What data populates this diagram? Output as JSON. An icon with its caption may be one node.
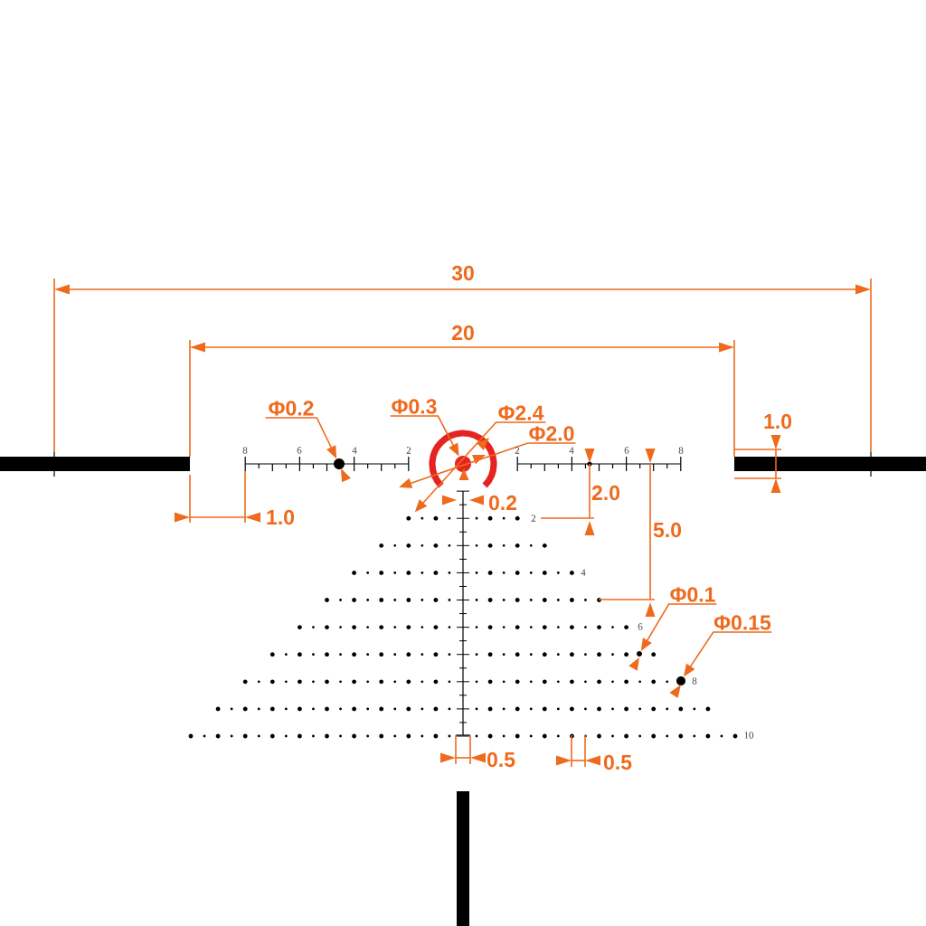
{
  "diagram": {
    "nodes": [
      {
        "text": [
          "Φ0.2"
        ]
      },
      {
        "text": [
          "Φ0.3"
        ]
      },
      {
        "text": [
          "Φ2.4"
        ]
      },
      {
        "text": [
          "Φ2.0"
        ]
      },
      {
        "text": [
          "Φ0.1"
        ]
      },
      {
        "text": [
          "Φ0.15"
        ]
      },
      {
        "text": [],
        "shape": "circle"
      },
      {
        "text": [],
        "shape": "circle"
      },
      {
        "text": [],
        "shape": "circle",
        "in": 7
      },
      {
        "text": [],
        "shape": "circle"
      },
      {
        "text": [],
        "shape": "circle"
      }
    ],
    "edges": [
      {
        "from": 0,
        "to": 6,
        "arrow": "to"
      },
      {
        "from": 1,
        "to": 8,
        "arrow": "to"
      },
      {
        "from": 2,
        "to": 7,
        "arrow": "to"
      },
      {
        "from": 3,
        "to": 7,
        "arrow": "to"
      },
      {
        "from": 4,
        "to": 9,
        "arrow": "to"
      },
      {
        "from": 5,
        "to": 10,
        "arrow": "to"
      }
    ],
    "labels": [
      "30",
      "20",
      "1.0",
      "8",
      "6",
      "4",
      "2",
      "2",
      "4",
      "6",
      "8",
      "2.0",
      "0.2",
      "1.0",
      "2",
      "5.0",
      "4",
      "6",
      "8",
      "10",
      "0.5",
      "0.5"
    ]
  }
}
